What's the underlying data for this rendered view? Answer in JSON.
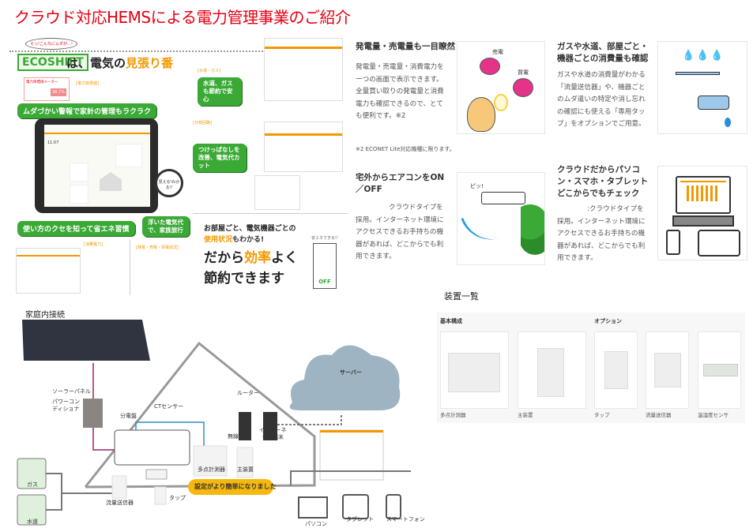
{
  "title": "クラウド対応HEMSによる電力管理事業のご紹介",
  "flyer": {
    "bubble": "えっ!こんなにムダが…!",
    "logo": "ECOSHIFT",
    "headline_pre": "は、電気の",
    "headline_accent": "見張り番",
    "meter_title": "電力目標値メーター",
    "meter_pct": "38.7%",
    "badges": [
      "ムダづかい警報で家計の管理もラクラク",
      "水道、ガスも節約で安心",
      "つけっぱなしを改善、電気代カット",
      "使い方のクセを知って省エネ習慣",
      "浮いた電気代で、家族旅行"
    ],
    "section_tags": [
      "[電力目標値]",
      "[水道・ガス]",
      "[分岐回路]",
      "[消費電力]",
      "[発電・売電・買電状況]"
    ],
    "tablet_time": "11:07",
    "magnifier": "見える!わかる!!",
    "summary_line1": "お部屋ごと、電気機器ごとの",
    "summary_line2_accent": "使用状況",
    "summary_line2_rest": "もわかる!",
    "big1_pre": "だから",
    "big1_accent": "効率",
    "big1_post": "よく",
    "big2": "節約できます",
    "switch_label": "省エネできる!!",
    "switch_off": "OFF"
  },
  "features": [
    {
      "heading": "発電量・売電量も一目瞭然",
      "body": "発電量・売電量・消費電力を一つの画面で表示できます。全量買い取りの発電量と消費電力も確認できるので、とても便利です。※2",
      "img_labels": [
        "売電",
        "買電"
      ]
    },
    {
      "heading": "ガスや水道、部屋ごと・機器ごとの消費量も確認",
      "body": "ガスや水道の消費量がわかる「流量送信器」や、機器ごとのムダ遣いの特定や消し忘れの確認にも使える「専用タップ」をオプションでご用意。"
    },
    {
      "heading": "宅外からエアコンをON／OFF",
      "body": "クラウドタイプを採用。インターネット環境にアクセスできるお手持ちの機器があれば、どこからでも利用できます。",
      "img_labels": [
        "ピッ!"
      ]
    },
    {
      "heading": "クラウドだからパソコン・スマホ・タブレットどこからでもチェック",
      "body": ":クラウドタイプを採用。インターネット環境にアクセスできるお手持ちの機器があれば、どこからでも利用できます。"
    }
  ],
  "footnote": "※2 ECONET Lite対応機種に限ります。",
  "devices": {
    "title": "装置一覧",
    "basic_label": "基本構成",
    "option_label": "オプション",
    "items": [
      "多点計測器",
      "主装置",
      "タップ",
      "流量送信器",
      "温湿度センサ"
    ]
  },
  "diagram": {
    "title": "家庭内接続",
    "labels": {
      "solar": "ソーラーパネル",
      "pcs": "パワーコンディショナ",
      "panel": "分電盤",
      "ct": "CTセンサー",
      "router": "ルーター",
      "internet": "インターネット端末",
      "wireless": "無線",
      "meter": "多点計測器",
      "main": "主装置",
      "server": "サーバー",
      "gas": "ガス",
      "water": "水道",
      "flow": "流量送信器",
      "tap": "タップ",
      "pc": "パソコン",
      "tablet": "タブレット",
      "phone": "スマートフォン"
    },
    "callout": "設定がより簡単になりました"
  },
  "colors": {
    "title": "#e60012",
    "green": "#3aa935",
    "orange": "#f39800",
    "cloud": "#9fb4c2",
    "callout": "#f5b80f"
  }
}
